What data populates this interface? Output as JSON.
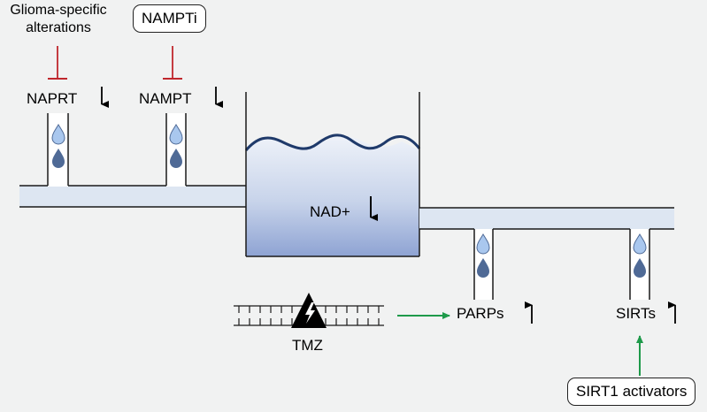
{
  "labels": {
    "glioma": "Glioma-specific\nalterations",
    "nampti": "NAMPTi",
    "naprt": "NAPRT",
    "nampt": "NAMPT",
    "nad": "NAD+",
    "tmz": "TMZ",
    "parps": "PARPs",
    "sirts": "SIRTs",
    "sirt1_activators": "SIRT1 activators"
  },
  "arrows": {
    "naprt": "down",
    "nampt": "down",
    "nad": "down",
    "parps": "up",
    "sirts": "up"
  },
  "colors": {
    "background": "#f1f2f2",
    "pipe": "#dde6f2",
    "pipe_outline": "#1a1a1a",
    "tank_top": "#eef2f9",
    "tank_bottom": "#8ea3d3",
    "wave": "#1f3a6a",
    "drop_light": "#a9c7ee",
    "drop_dark": "#4f6a96",
    "inhibition": "#c0272d",
    "activation": "#1e9a4a"
  }
}
